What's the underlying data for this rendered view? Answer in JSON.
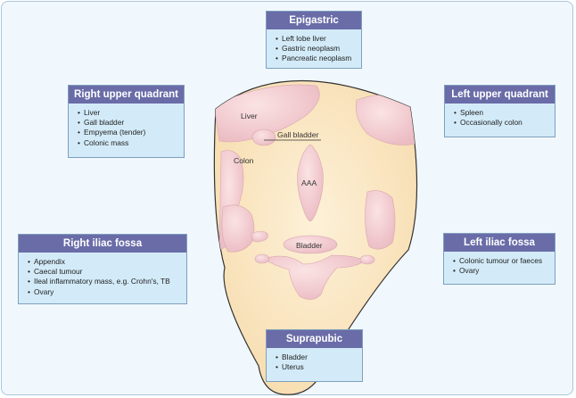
{
  "regions": {
    "epigastric": {
      "title": "Epigastric",
      "items": [
        "Left lobe liver",
        "Gastric neoplasm",
        "Pancreatic neoplasm"
      ]
    },
    "right_upper_quadrant": {
      "title": "Right upper quadrant",
      "items": [
        "Liver",
        "Gall bladder",
        "Empyema (tender)",
        "Colonic mass"
      ]
    },
    "left_upper_quadrant": {
      "title": "Left upper quadrant",
      "items": [
        "Spleen",
        "Occasionally colon"
      ]
    },
    "right_iliac_fossa": {
      "title": "Right iliac fossa",
      "items": [
        "Appendix",
        "Caecal tumour",
        "Ileal inflammatory mass, e.g. Crohn's, TB",
        "Ovary"
      ]
    },
    "left_iliac_fossa": {
      "title": "Left iliac fossa",
      "items": [
        "Colonic tumour or faeces",
        "Ovary"
      ]
    },
    "suprapubic": {
      "title": "Suprapubic",
      "items": [
        "Bladder",
        "Uterus"
      ]
    }
  },
  "organ_labels": {
    "liver": "Liver",
    "gall_bladder": "Gall bladder",
    "colon": "Colon",
    "aaa": "AAA",
    "bladder": "Bladder"
  },
  "colors": {
    "header": "#6a6ca8",
    "box_fill": "#d3ebf8",
    "abdomen_fill": "#fbe9c7",
    "organ_fill": "#f3cfd3"
  }
}
